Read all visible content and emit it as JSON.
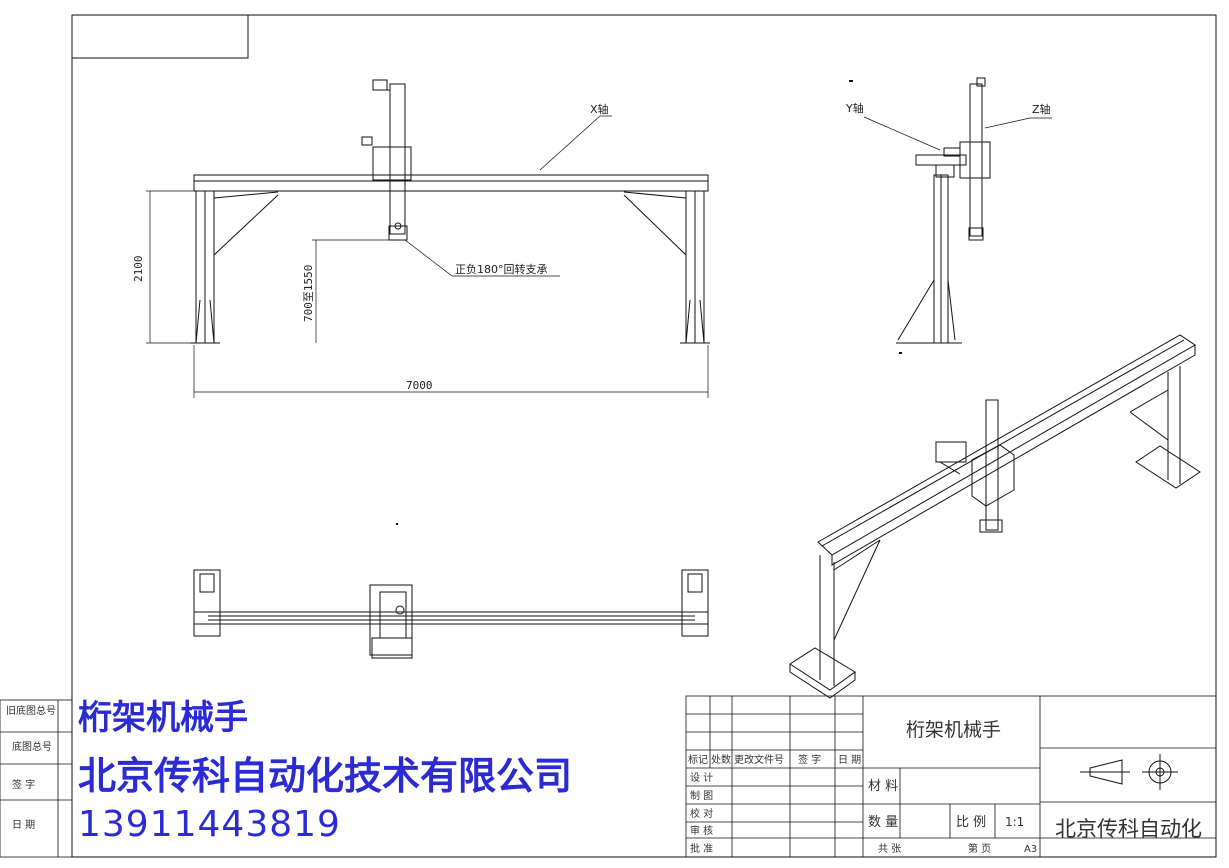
{
  "annotations": {
    "x_axis": "X轴",
    "y_axis": "Y轴",
    "z_axis": "Z轴",
    "rotation_support": "正负180°回转支承",
    "height_dim": "2100",
    "stroke_dim": "700至1550",
    "width_dim": "7000"
  },
  "side_strip": {
    "old_base_no": "旧底图总号",
    "base_no": "底图总号",
    "signature": "签  字",
    "date": "日  期"
  },
  "title_block": {
    "drawing_name": "桁架机械手",
    "headers": {
      "mark": "标记",
      "count": "处数",
      "change_doc": "更改文件号",
      "sign": "签 字",
      "date": "日 期"
    },
    "roles": {
      "design": "设  计",
      "draw": "制  图",
      "proof": "校  对",
      "review": "审  核",
      "approve": "批  准"
    },
    "material_label": "材 料",
    "quantity_label": "数 量",
    "scale_label": "比 例",
    "scale_value": "1:1",
    "total_sheets": "共    张",
    "sheet_no": "第    页",
    "paper": "A3",
    "company_short": "北京传科自动化"
  },
  "overlay": {
    "title": "桁架机械手",
    "company": "北京传科自动化技术有限公司",
    "phone": "13911443819"
  },
  "colors": {
    "overlay_text": "#2b2bd6",
    "line": "#111111"
  }
}
